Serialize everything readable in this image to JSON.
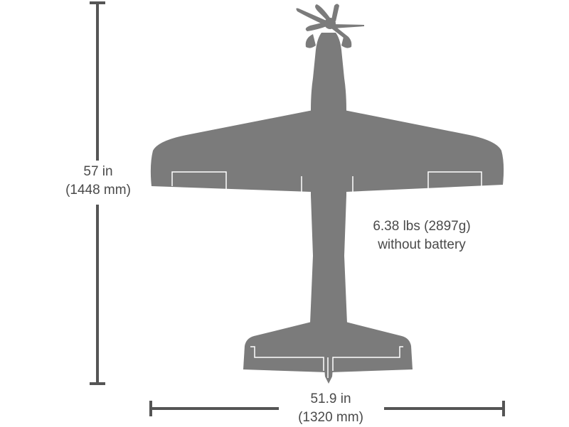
{
  "dimensions": {
    "height": {
      "imperial": "57 in",
      "metric": "(1448 mm)"
    },
    "width": {
      "imperial": "51.9 in",
      "metric": "(1320 mm)"
    }
  },
  "weight": {
    "value": "6.38 lbs (2897g)",
    "note": "without battery"
  },
  "colors": {
    "silhouette": "#7b7b7b",
    "dimension_line": "#555555",
    "text": "#4a4a4a",
    "panel_line": "#ffffff"
  }
}
